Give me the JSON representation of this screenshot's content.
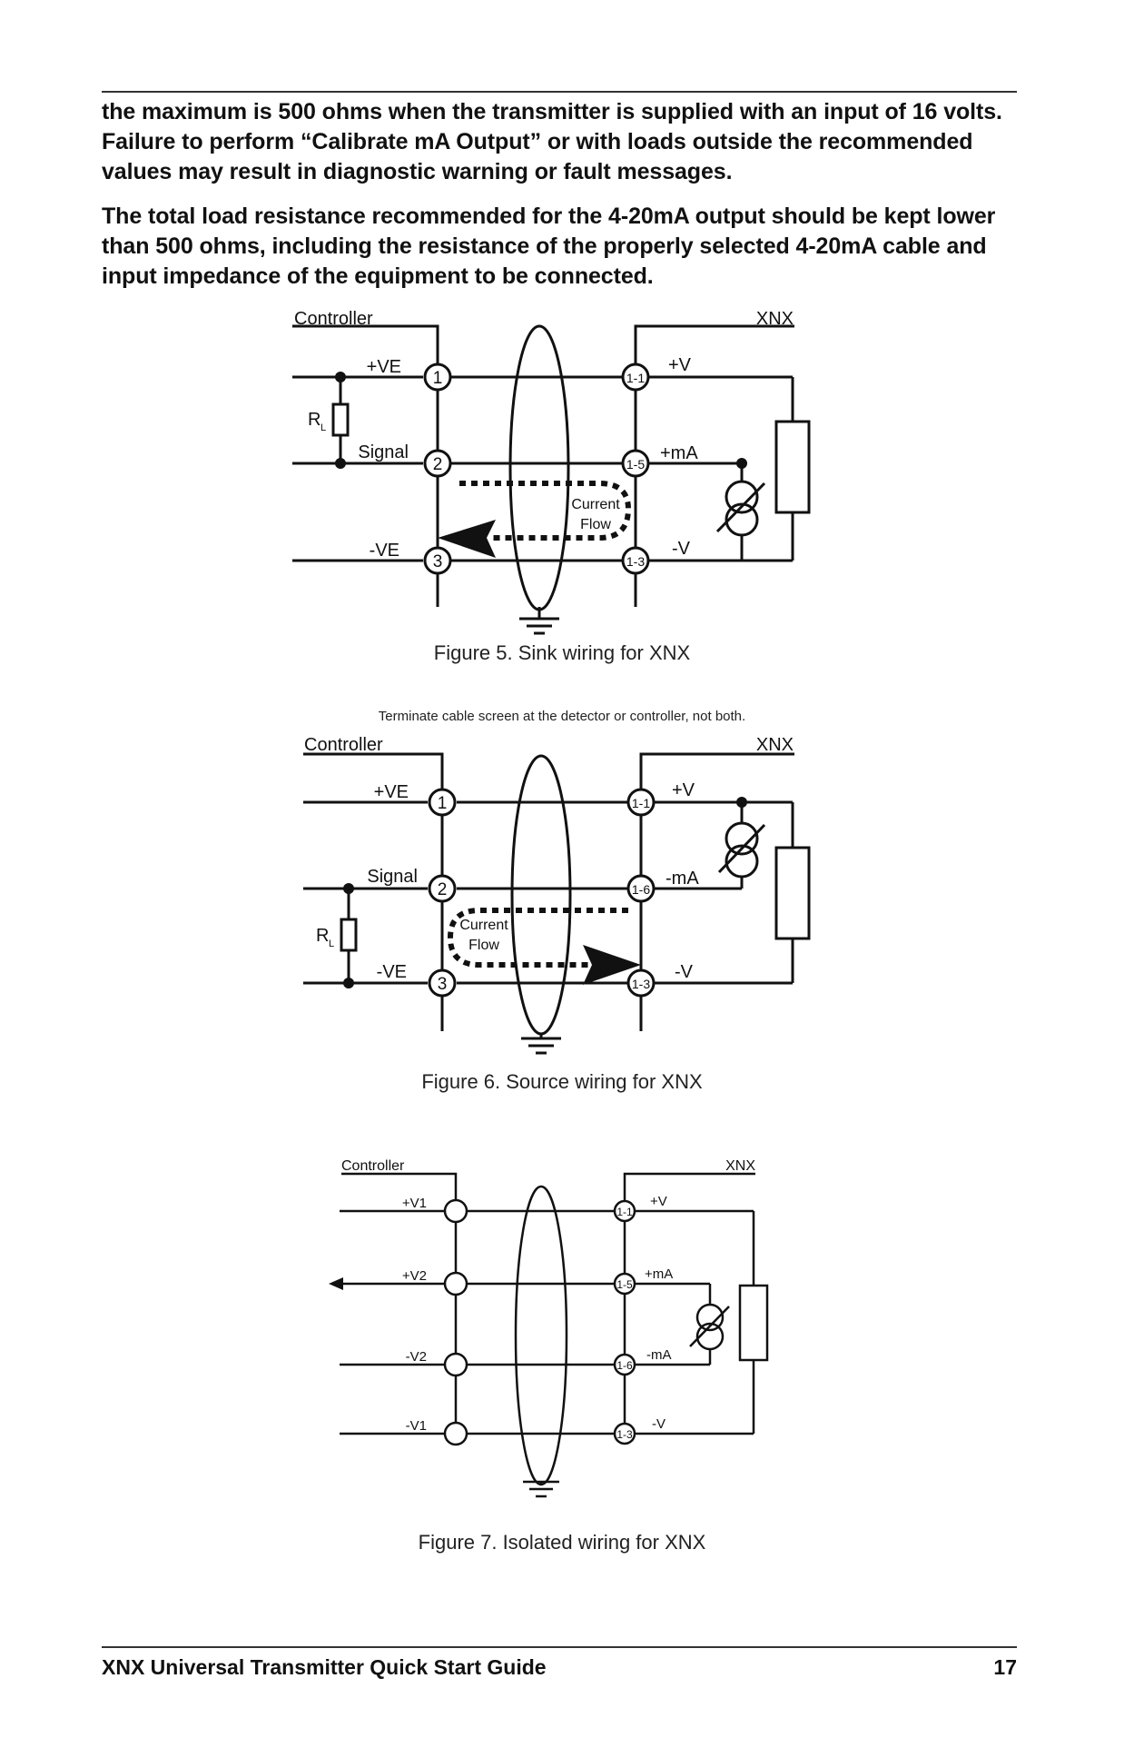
{
  "paragraphs": [
    "the maximum is 500 ohms when the transmitter is supplied with an input of 16 volts. Failure to perform “Calibrate mA Output” or with loads outside the recommended values may result in diagnostic warning or fault messages.",
    "The total load resistance recommended for the 4-20mA output should be kept lower than 500 ohms, including the resistance of the properly selected 4-20mA cable and input impedance of the equipment to be connected."
  ],
  "figure5": {
    "caption": "Figure 5. Sink wiring for XNX",
    "controller": "Controller",
    "device": "XNX",
    "left_labels": [
      "+VE",
      "Signal",
      "-VE"
    ],
    "left_terminals": [
      "1",
      "2",
      "3"
    ],
    "right_terminals": [
      "1-1",
      "1-5",
      "1-3"
    ],
    "right_labels": [
      "+V",
      "+mA",
      "-V"
    ],
    "resistor": "R",
    "resistor_sub": "L",
    "flow": [
      "Current",
      "Flow"
    ]
  },
  "figure6": {
    "note": "Terminate cable screen at the detector or controller, not both.",
    "caption": "Figure 6. Source wiring for XNX",
    "controller": "Controller",
    "device": "XNX",
    "left_labels": [
      "+VE",
      "Signal",
      "-VE"
    ],
    "left_terminals": [
      "1",
      "2",
      "3"
    ],
    "right_terminals": [
      "1-1",
      "1-6",
      "1-3"
    ],
    "right_labels": [
      "+V",
      "-mA",
      "-V"
    ],
    "resistor": "R",
    "resistor_sub": "L",
    "flow": [
      "Current",
      "Flow"
    ]
  },
  "figure7": {
    "caption": "Figure 7. Isolated wiring for XNX",
    "controller": "Controller",
    "device": "XNX",
    "left_labels": [
      "+V1",
      "+V2",
      "-V2",
      "-V1"
    ],
    "right_terminals": [
      "1-1",
      "1-5",
      "1-6",
      "1-3"
    ],
    "right_labels": [
      "+V",
      "+mA",
      "-mA",
      "-V"
    ]
  },
  "footer": {
    "title": "XNX Universal Transmitter Quick Start Guide",
    "page": "17"
  }
}
